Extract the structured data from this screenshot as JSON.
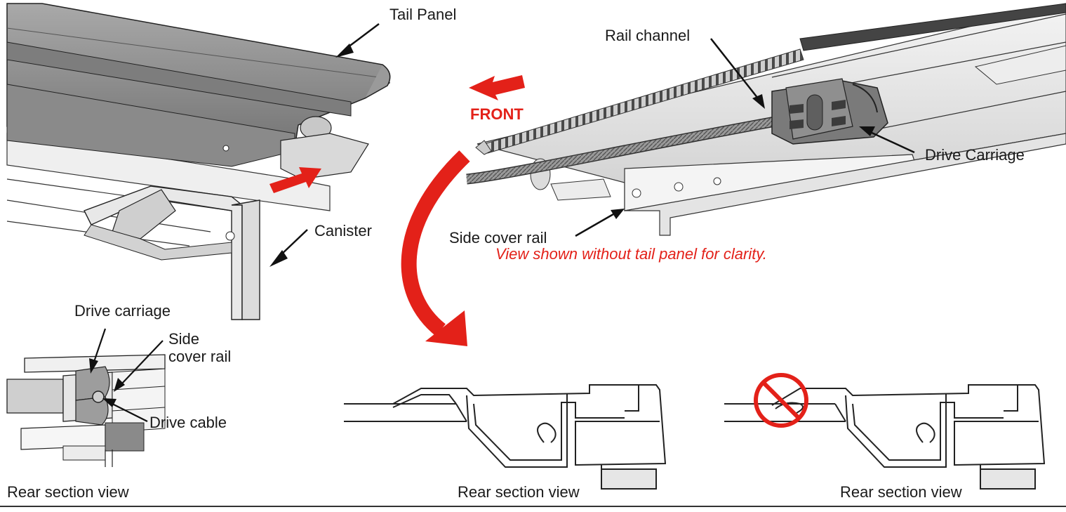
{
  "labels": {
    "tail_panel": "Tail Panel",
    "canister": "Canister",
    "front": "FRONT",
    "rail_channel": "Rail channel",
    "drive_carriage_top": "Drive Carriage",
    "side_cover_rail_top": "Side cover rail",
    "note": "View shown without tail panel for clarity.",
    "drive_carriage_inset": "Drive carriage",
    "side_cover_rail_inset": "Side\ncover rail",
    "drive_cable": "Drive cable",
    "rear_section_view_1": "Rear section view",
    "rear_section_view_2": "Rear section view",
    "rear_section_view_3": "Rear section view"
  },
  "colors": {
    "accent_red": "#e32119",
    "line": "#1a1a1a",
    "metal_light": "#e6e6e6",
    "metal_mid": "#b4b4b4",
    "metal_dark": "#6e6e6e"
  },
  "icons": [
    "arrow-icon",
    "prohibited-icon",
    "curved-arrow-icon"
  ]
}
